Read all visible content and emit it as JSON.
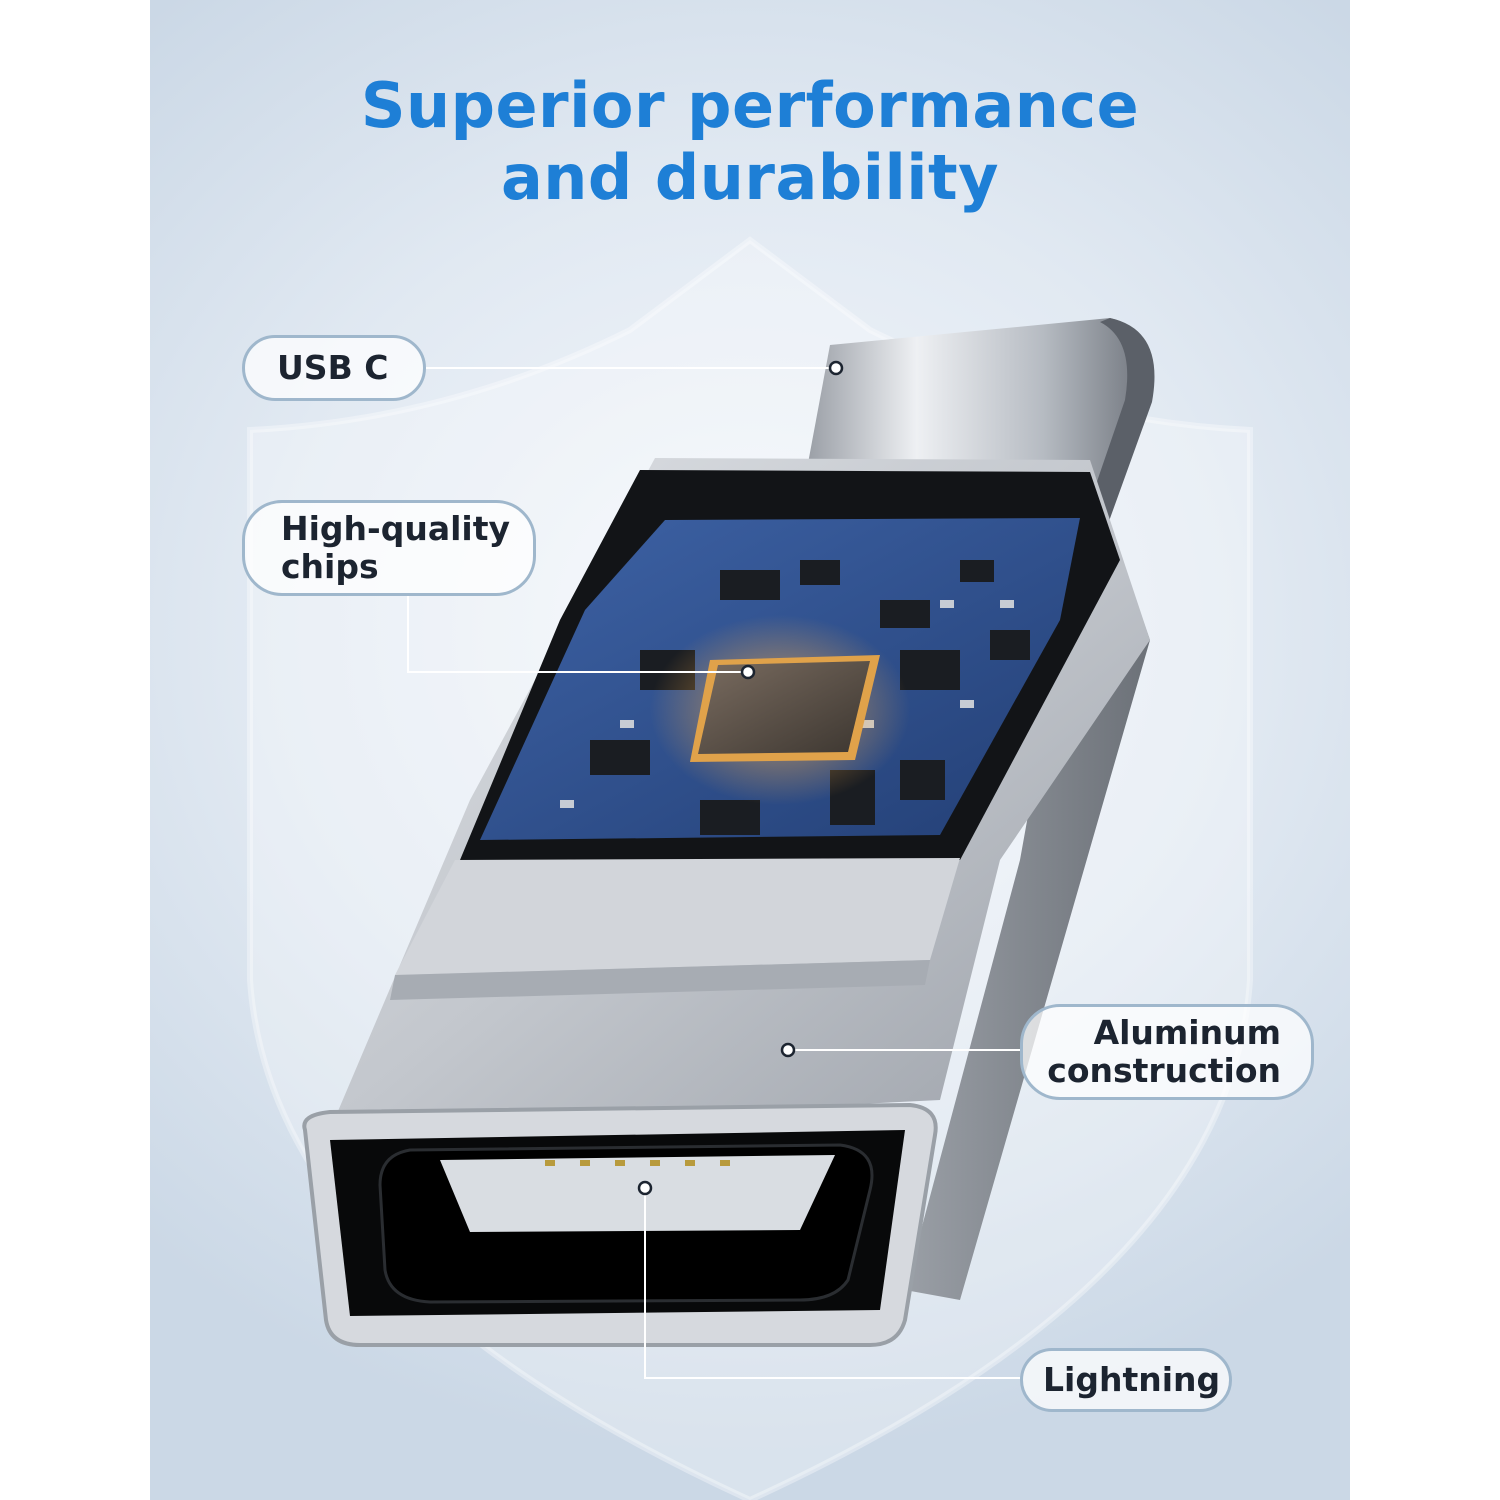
{
  "headline": {
    "line1": "Superior performance",
    "line2": "and durability"
  },
  "callouts": {
    "usb_c": "USB C",
    "chips_line1": "High-quality",
    "chips_line2": "chips",
    "aluminum_line1": "Aluminum",
    "aluminum_line2": "construction",
    "lightning": "Lightning"
  },
  "colors": {
    "headline": "#1e7fd6",
    "callout_border": "#9fb7cc",
    "pcb": "#2f4f8a",
    "aluminum": "#c4c8ce"
  },
  "icons": [
    "shield-icon"
  ]
}
